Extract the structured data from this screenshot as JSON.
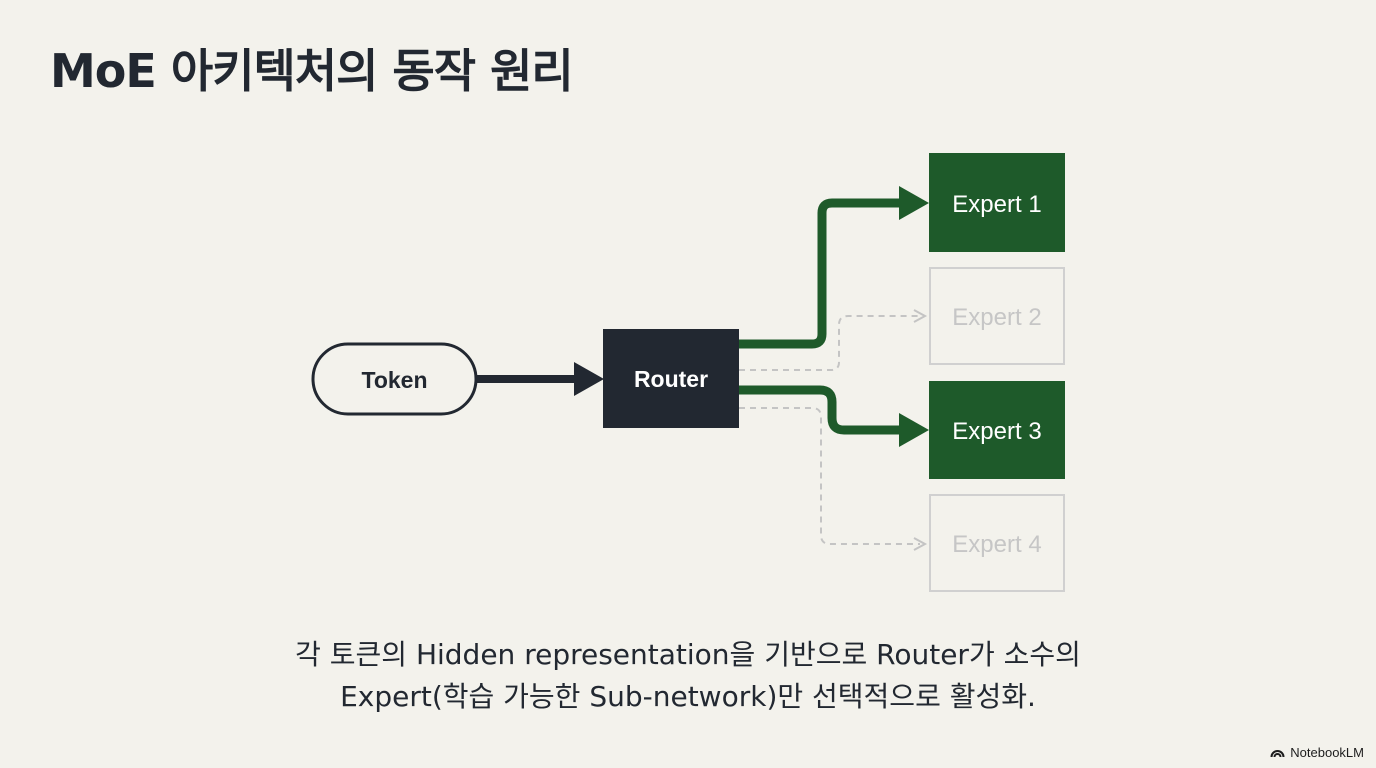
{
  "slide": {
    "title": "MoE 아키텍처의 동작 원리",
    "caption_line1": "각 토큰의 Hidden representation을 기반으로 Router가 소수의",
    "caption_line2": "Expert(학습 가능한 Sub-network)만 선택적으로 활성화."
  },
  "diagram": {
    "token_label": "Token",
    "router_label": "Router",
    "experts": [
      {
        "label": "Expert 1",
        "active": true
      },
      {
        "label": "Expert 2",
        "active": false
      },
      {
        "label": "Expert 3",
        "active": true
      },
      {
        "label": "Expert 4",
        "active": false
      }
    ],
    "colors": {
      "active_green": "#1e5a2a",
      "router_dark": "#222831",
      "inactive_gray": "#cfcfcf",
      "background": "#f3f2ec"
    }
  },
  "brand": {
    "logo_icon": "notebooklm-icon",
    "label": "NotebookLM"
  }
}
